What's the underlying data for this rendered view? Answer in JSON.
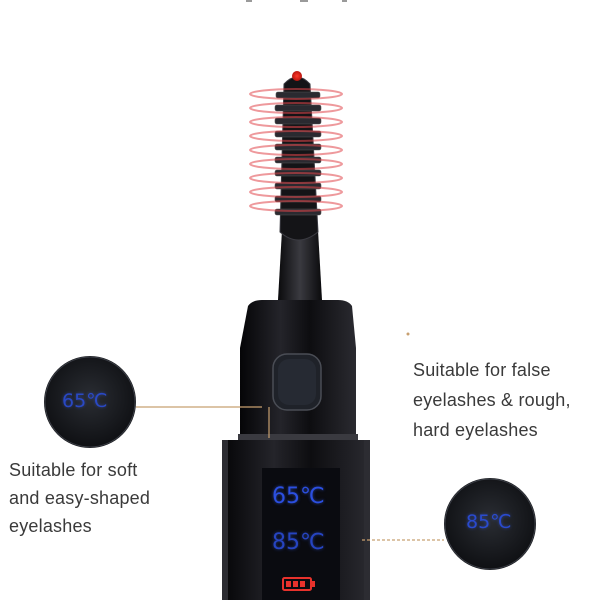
{
  "captions": {
    "left": [
      "Suitable for soft",
      "and easy-shaped",
      "eyelashes"
    ],
    "right": [
      "Suitable for false",
      "eyelashes & rough,",
      "hard eyelashes"
    ]
  },
  "temperatures": {
    "low_badge": "65℃",
    "high_badge": "85℃",
    "display_low": "65℃",
    "display_high": "85℃"
  },
  "colors": {
    "body": "#151518",
    "heat_glow": "#e0454a",
    "led_text": "#2b4fe0",
    "battery": "#e8322c"
  }
}
